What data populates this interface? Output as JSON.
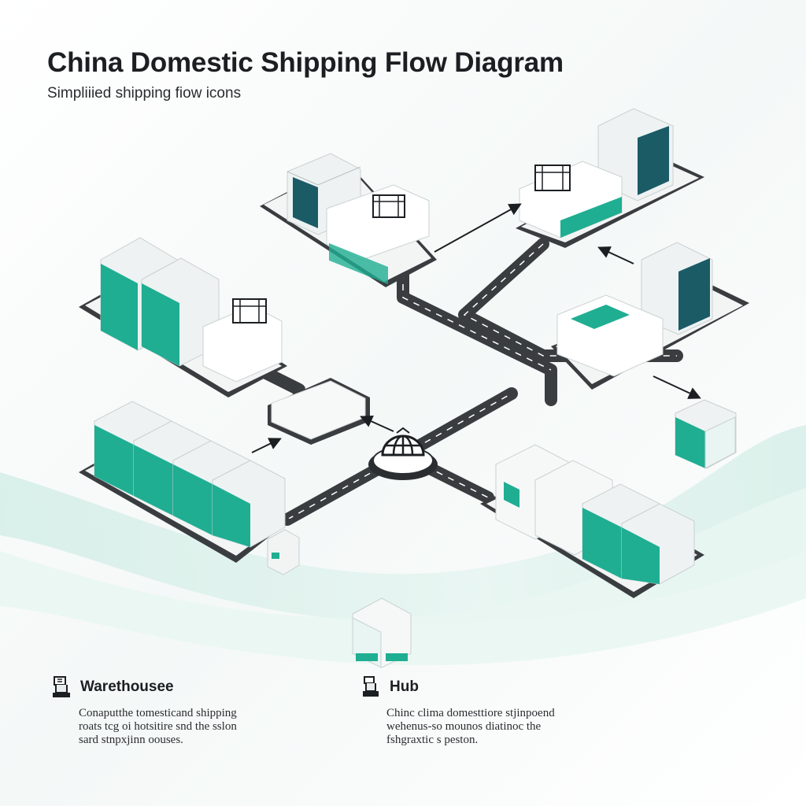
{
  "header": {
    "title": "China Domestic Shipping Flow Diagram",
    "subtitle": "Simpliiied shipping fiow icons"
  },
  "legend": [
    {
      "label": "Warethousee",
      "icon": "warehouse-icon",
      "lines": [
        "Conaputthe tomesticand shipping",
        "roats tcg oi hotsitire snd the sslon",
        "sard stnpxjinn oouses."
      ]
    },
    {
      "label": "Hub",
      "icon": "hub-icon",
      "lines": [
        "Chinc clima domesttiore stjinpoend",
        "wehenus-so mounos diatinoc the",
        "fshgraxtic s peston."
      ]
    }
  ],
  "colors": {
    "accent": "#1fae92",
    "accent_dark": "#138a73",
    "road": "#3a3d40",
    "building": "#f1f3f3",
    "background_wave": "#d8efe9"
  }
}
